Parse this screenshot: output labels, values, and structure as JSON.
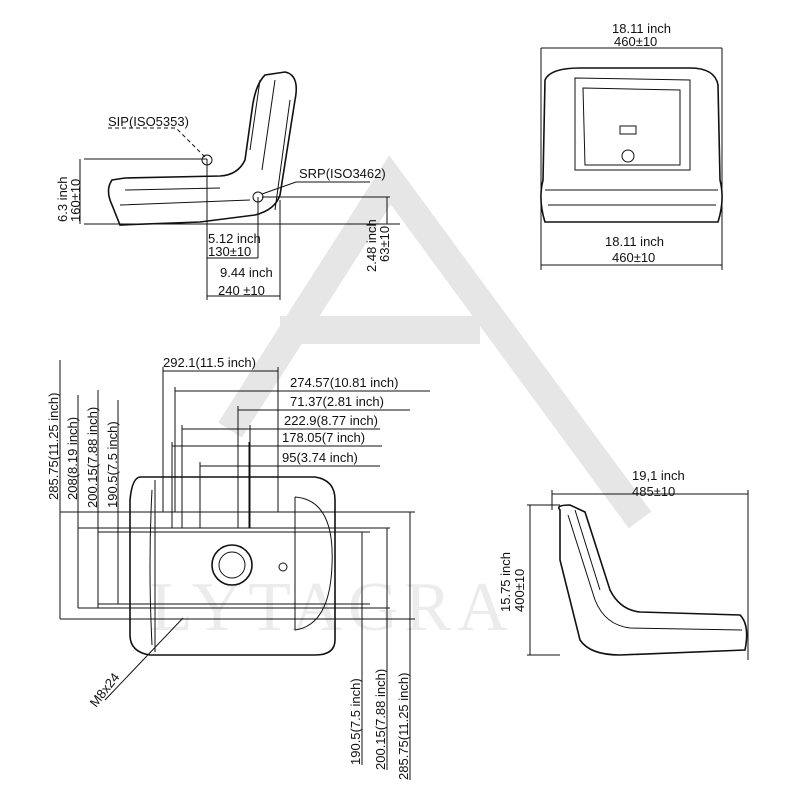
{
  "watermark": {
    "text": "LYTAGRA"
  },
  "side_view": {
    "sip_label": "SIP(ISO5353)",
    "srp_label": "SRP(ISO3462)",
    "height_inch": "6.3 inch",
    "height_mm": "160±10",
    "sip_srp_inch": "5.12 inch",
    "sip_srp_mm": "130±10",
    "depth_inch": "9.44 inch",
    "depth_mm": "240 ±10",
    "srp_height_inch": "2.48 inch",
    "srp_height_mm": "63±10"
  },
  "front_view": {
    "top_width_inch": "18.11 inch",
    "top_width_mm": "460±10",
    "bottom_width_inch": "18.11 inch",
    "bottom_width_mm": "460±10"
  },
  "bottom_view": {
    "h_dims": [
      "292.1(11.5 inch)",
      "274.57(10.81 inch)",
      "71.37(2.81 inch)",
      "222.9(8.77 inch)",
      "178.05(7 inch)",
      "95(3.74 inch)"
    ],
    "left_dims": [
      "285.75(11.25 inch)",
      "208(8.19 inch)",
      "200.15(7.88 inch)",
      "190.5(7.5 inch)"
    ],
    "right_dims": [
      "190.5(7.5 inch)",
      "200.15(7.88 inch)",
      "285.75(11.25 inch)"
    ],
    "bolt_label": "M8x24"
  },
  "side_view_2": {
    "width_inch": "19,1 inch",
    "width_mm": "485±10",
    "height_inch": "15.75 inch",
    "height_mm": "400±10"
  }
}
